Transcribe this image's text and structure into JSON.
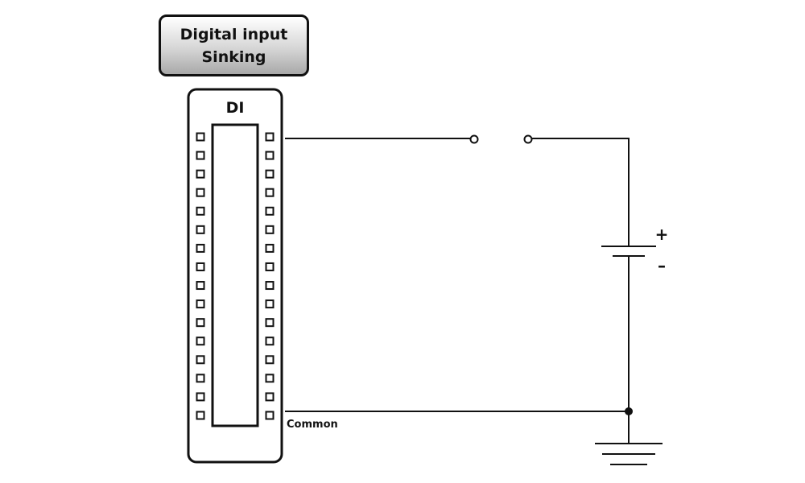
{
  "title_box": {
    "line1": "Digital input",
    "line2": "Sinking"
  },
  "module": {
    "label": "DI",
    "terminals_per_column": 16
  },
  "labels": {
    "common": "Common",
    "plus": "+",
    "minus": "–"
  },
  "colors": {
    "stroke": "#111111",
    "title_gradient_top": "#ffffff",
    "title_gradient_bottom": "#a9a9a9"
  }
}
